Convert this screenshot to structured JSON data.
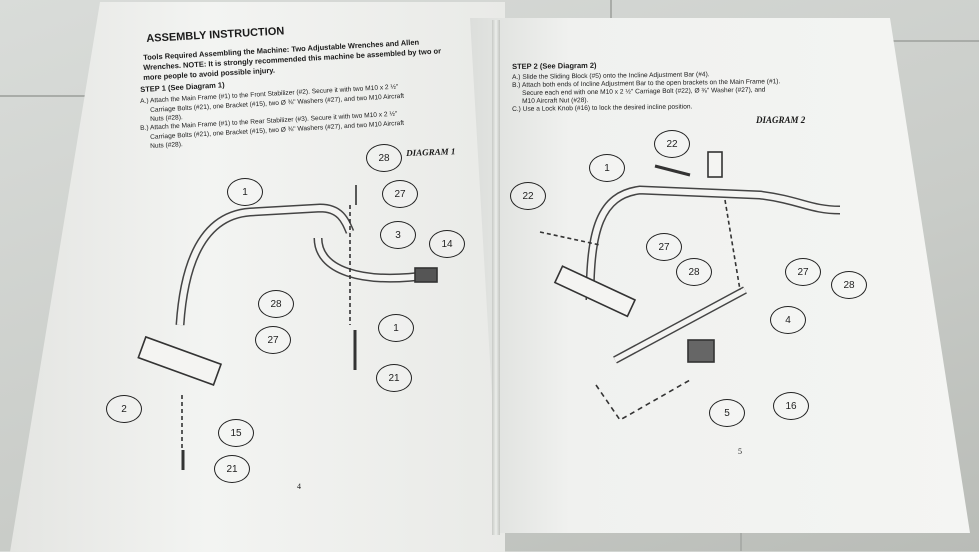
{
  "left_page": {
    "title": "ASSEMBLY INSTRUCTION",
    "tools_line1": "Tools Required Assembling the Machine:  Two Adjustable Wrenches and Allen",
    "tools_line2": "Wrenches.  NOTE:  It is strongly recommended this machine be assembled by two or",
    "tools_line3": "more people to avoid possible injury.",
    "step_heading": "STEP 1     (See Diagram 1)",
    "step_lines": [
      "A.) Attach the Main Frame (#1) to the Front Stabilizer (#2). Secure it with two M10 x 2 ½\"",
      "Carriage Bolts (#21), one Bracket (#15), two Ø ⅜\" Washers (#27), and two M10 Aircraft",
      "Nuts (#28).",
      "B.) Attach the Main Frame (#1) to the Rear Stabilizer (#3). Secure it with two M10 x 2 ½\"",
      "Carriage Bolts (#21), one Bracket (#15), two Ø ⅜\" Washers (#27), and two M10 Aircraft",
      "Nuts (#28)."
    ],
    "diagram_label": "DIAGRAM 1",
    "callouts": [
      "1",
      "28",
      "27",
      "3",
      "14",
      "28",
      "27",
      "1",
      "21",
      "2",
      "15",
      "21"
    ],
    "page_number": "4"
  },
  "right_page": {
    "step_heading": "STEP 2     (See Diagram 2)",
    "step_lines": [
      "A.) Slide the Sliding Block (#5) onto the Incline Adjustment Bar (#4).",
      "B.) Attach both ends of Incline Adjustment Bar to the open brackets on the Main Frame (#1).",
      "Secure each end with one M10 x 2 ½\" Carriage Bolt (#22), Ø ⅜\" Washer (#27), and",
      "M10 Aircraft Nut (#28).",
      "C.) Use a Lock Knob (#16) to lock the desired incline position."
    ],
    "diagram_label": "DIAGRAM 2",
    "callouts": [
      "22",
      "1",
      "22",
      "27",
      "28",
      "27",
      "28",
      "4",
      "5",
      "16"
    ],
    "page_number": "5"
  }
}
